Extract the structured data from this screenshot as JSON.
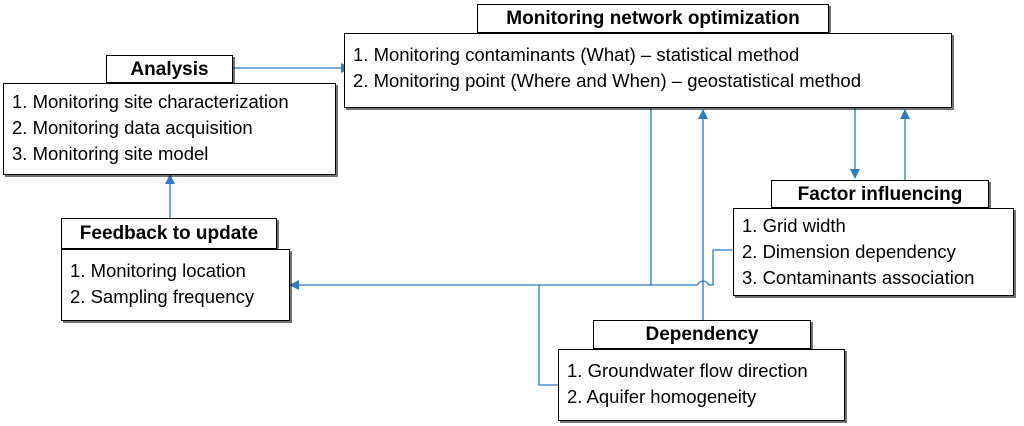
{
  "colors": {
    "connector": "#2e7bc4",
    "border": "#000000",
    "text": "#000000"
  },
  "monitoring_network_optimization": {
    "title": "Monitoring network optimization",
    "items": [
      "1. Monitoring contaminants  (What) – statistical method",
      "2. Monitoring point (Where and When) – geostatistical method"
    ]
  },
  "analysis": {
    "title": "Analysis",
    "items": [
      "1. Monitoring site characterization",
      "2. Monitoring data acquisition",
      "3. Monitoring site model"
    ]
  },
  "feedback_to_update": {
    "title": "Feedback to update",
    "items": [
      "1. Monitoring location",
      "2. Sampling frequency"
    ]
  },
  "factor_influencing": {
    "title": "Factor influencing",
    "items": [
      "1. Grid width",
      "2. Dimension dependency",
      "3. Contaminants association"
    ]
  },
  "dependency": {
    "title": "Dependency",
    "items": [
      "1. Groundwater flow direction",
      "2. Aquifer homogeneity"
    ]
  }
}
